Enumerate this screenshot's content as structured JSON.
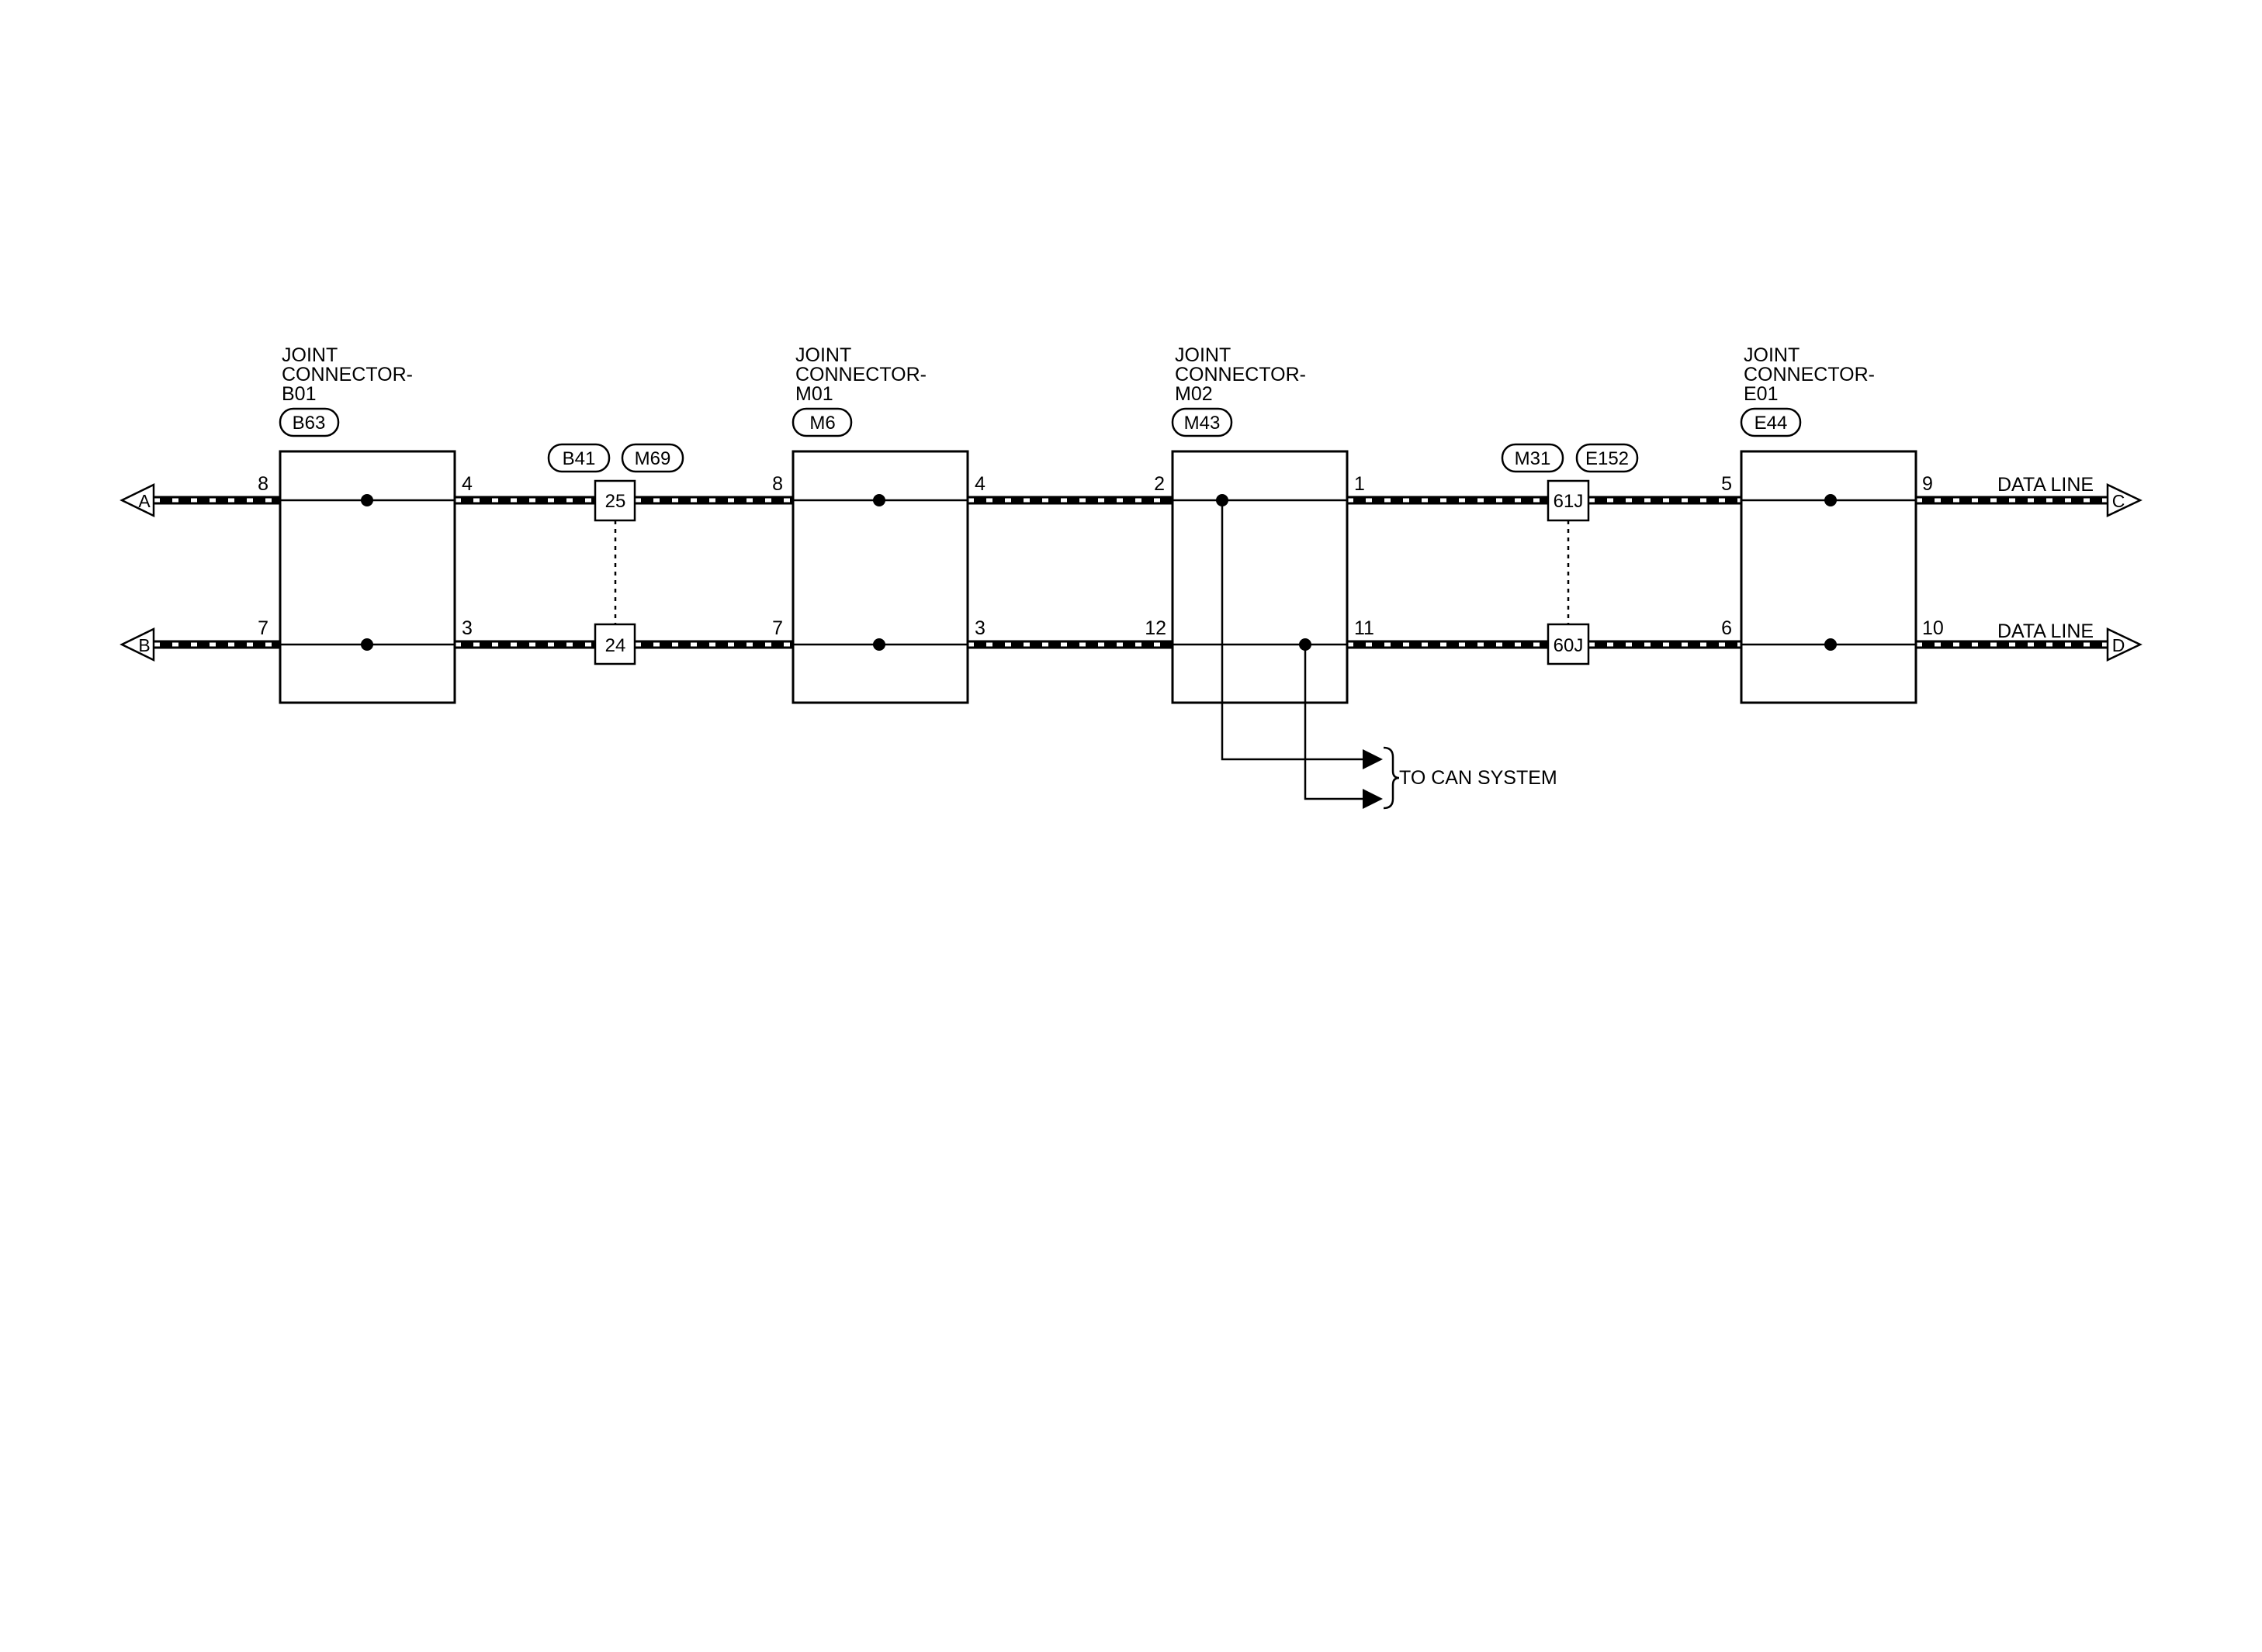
{
  "diagram": {
    "joint_connectors": [
      {
        "title_line1": "JOINT",
        "title_line2": "CONNECTOR-",
        "title_line3": "B01",
        "connector_id": "B63",
        "pin_top_left": "8",
        "pin_top_right": "4",
        "pin_bottom_left": "7",
        "pin_bottom_right": "3"
      },
      {
        "title_line1": "JOINT",
        "title_line2": "CONNECTOR-",
        "title_line3": "M01",
        "connector_id": "M6",
        "pin_top_left": "8",
        "pin_top_right": "4",
        "pin_bottom_left": "7",
        "pin_bottom_right": "3"
      },
      {
        "title_line1": "JOINT",
        "title_line2": "CONNECTOR-",
        "title_line3": "M02",
        "connector_id": "M43",
        "pin_top_left": "2",
        "pin_top_right": "1",
        "pin_bottom_left": "12",
        "pin_bottom_right": "11"
      },
      {
        "title_line1": "JOINT",
        "title_line2": "CONNECTOR-",
        "title_line3": "E01",
        "connector_id": "E44",
        "pin_top_left": "5",
        "pin_top_right": "9",
        "pin_bottom_left": "6",
        "pin_bottom_right": "10"
      }
    ],
    "inline_connectors": [
      {
        "tag_left": "B41",
        "tag_right": "M69",
        "pin_top": "25",
        "pin_bottom": "24"
      },
      {
        "tag_left": "M31",
        "tag_right": "E152",
        "pin_top": "61J",
        "pin_bottom": "60J"
      }
    ],
    "terminals": {
      "left_top": "A",
      "left_bottom": "B",
      "right_top": "C",
      "right_bottom": "D"
    },
    "data_line_label_top": "DATA LINE",
    "data_line_label_bottom": "DATA LINE",
    "can_system_label": "TO CAN SYSTEM"
  }
}
